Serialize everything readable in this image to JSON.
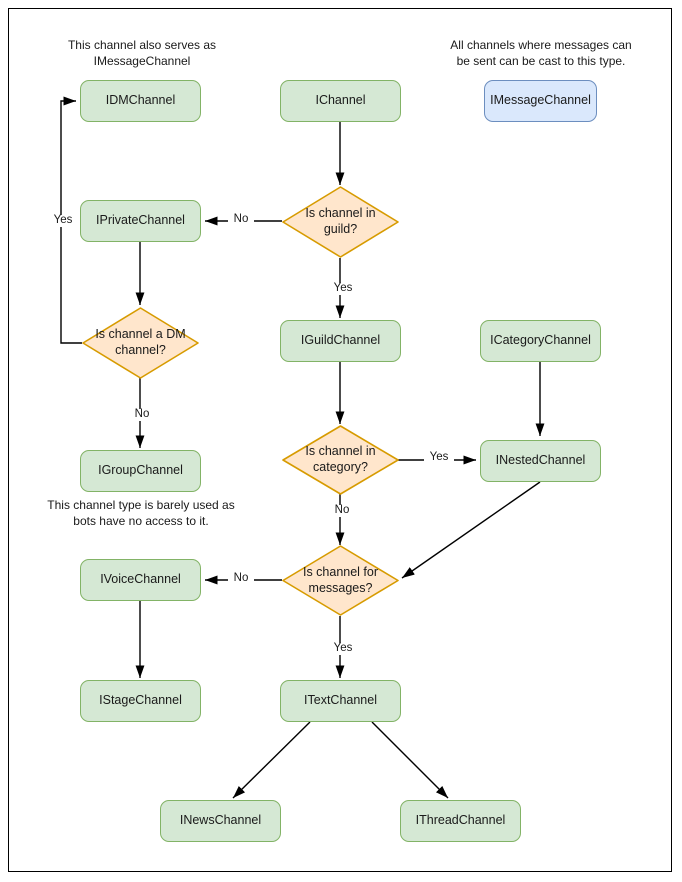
{
  "diagram": {
    "title": "Discord channel interface decision flowchart",
    "colors": {
      "green_fill": "#d5e8d4",
      "green_stroke": "#82b366",
      "orange_fill": "#ffe6cc",
      "orange_stroke": "#d79b00",
      "blue_fill": "#dae8fc",
      "blue_stroke": "#6c8ebf",
      "edge_stroke": "#000000",
      "frame_stroke": "#000000"
    },
    "notes": [
      {
        "id": "note-dm",
        "line1": "This channel also serves as",
        "line2": "IMessageChannel"
      },
      {
        "id": "note-message",
        "line1": "All channels where messages can",
        "line2": "be sent can be cast to this type."
      },
      {
        "id": "note-group",
        "line1": "This channel type is barely used as",
        "line2": "bots have no access to it."
      }
    ],
    "nodes": [
      {
        "id": "idm-channel",
        "label": "IDMChannel",
        "shape": "box",
        "color": "green"
      },
      {
        "id": "ichannel",
        "label": "IChannel",
        "shape": "box",
        "color": "green"
      },
      {
        "id": "imessage-channel",
        "label": "IMessageChannel",
        "shape": "box",
        "color": "blue"
      },
      {
        "id": "iprivate-channel",
        "label": "IPrivateChannel",
        "shape": "box",
        "color": "green"
      },
      {
        "id": "is-channel-in-guild",
        "label": "Is channel in guild?",
        "shape": "diamond",
        "color": "orange"
      },
      {
        "id": "is-channel-a-dm-channel",
        "label": "Is channel a DM channel?",
        "shape": "diamond",
        "color": "orange"
      },
      {
        "id": "iguild-channel",
        "label": "IGuildChannel",
        "shape": "box",
        "color": "green"
      },
      {
        "id": "icategory-channel",
        "label": "ICategoryChannel",
        "shape": "box",
        "color": "green"
      },
      {
        "id": "igroup-channel",
        "label": "IGroupChannel",
        "shape": "box",
        "color": "green"
      },
      {
        "id": "is-channel-in-category",
        "label": "Is channel in category?",
        "shape": "diamond",
        "color": "orange"
      },
      {
        "id": "inested-channel",
        "label": "INestedChannel",
        "shape": "box",
        "color": "green"
      },
      {
        "id": "ivoice-channel",
        "label": "IVoiceChannel",
        "shape": "box",
        "color": "green"
      },
      {
        "id": "is-channel-for-messages",
        "label": "Is channel for messages?",
        "shape": "diamond",
        "color": "orange"
      },
      {
        "id": "istage-channel",
        "label": "IStageChannel",
        "shape": "box",
        "color": "green"
      },
      {
        "id": "itext-channel",
        "label": "ITextChannel",
        "shape": "box",
        "color": "green"
      },
      {
        "id": "inews-channel",
        "label": "INewsChannel",
        "shape": "box",
        "color": "green"
      },
      {
        "id": "ithread-channel",
        "label": "IThreadChannel",
        "shape": "box",
        "color": "green"
      }
    ],
    "edges": [
      {
        "id": "edge-ichannel-guild",
        "from": "ichannel",
        "to": "is-channel-in-guild",
        "label": ""
      },
      {
        "id": "edge-guild-no-private",
        "from": "is-channel-in-guild",
        "to": "iprivate-channel",
        "label": "No"
      },
      {
        "id": "edge-guild-yes-guildchannel",
        "from": "is-channel-in-guild",
        "to": "iguild-channel",
        "label": "Yes"
      },
      {
        "id": "edge-private-dmq",
        "from": "iprivate-channel",
        "to": "is-channel-a-dm-channel",
        "label": ""
      },
      {
        "id": "edge-dmq-yes-dm",
        "from": "is-channel-a-dm-channel",
        "to": "idm-channel",
        "label": "Yes"
      },
      {
        "id": "edge-dmq-no-group",
        "from": "is-channel-a-dm-channel",
        "to": "igroup-channel",
        "label": "No"
      },
      {
        "id": "edge-guildchannel-categoryq",
        "from": "iguild-channel",
        "to": "is-channel-in-category",
        "label": ""
      },
      {
        "id": "edge-categoryq-yes-nested",
        "from": "is-channel-in-category",
        "to": "inested-channel",
        "label": "Yes"
      },
      {
        "id": "edge-categoryq-no-messagesq",
        "from": "is-channel-in-category",
        "to": "is-channel-for-messages",
        "label": "No"
      },
      {
        "id": "edge-category-nested",
        "from": "icategory-channel",
        "to": "inested-channel",
        "label": ""
      },
      {
        "id": "edge-nested-messagesq",
        "from": "inested-channel",
        "to": "is-channel-for-messages",
        "label": ""
      },
      {
        "id": "edge-messagesq-no-voice",
        "from": "is-channel-for-messages",
        "to": "ivoice-channel",
        "label": "No"
      },
      {
        "id": "edge-messagesq-yes-text",
        "from": "is-channel-for-messages",
        "to": "itext-channel",
        "label": "Yes"
      },
      {
        "id": "edge-voice-stage",
        "from": "ivoice-channel",
        "to": "istage-channel",
        "label": ""
      },
      {
        "id": "edge-text-news",
        "from": "itext-channel",
        "to": "inews-channel",
        "label": ""
      },
      {
        "id": "edge-text-thread",
        "from": "itext-channel",
        "to": "ithread-channel",
        "label": ""
      }
    ],
    "edge_labels": {
      "guild_no": "No",
      "guild_yes": "Yes",
      "dm_yes": "Yes",
      "dm_no": "No",
      "category_yes": "Yes",
      "category_no": "No",
      "messages_no": "No",
      "messages_yes": "Yes"
    }
  }
}
